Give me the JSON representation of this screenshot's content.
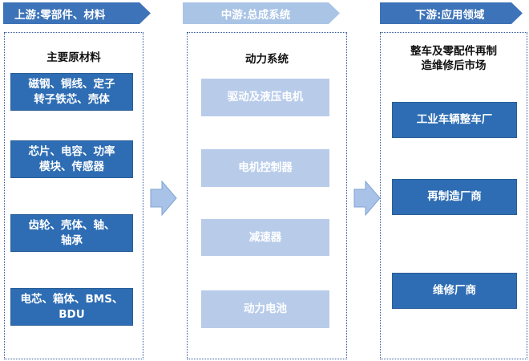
{
  "headers": {
    "upstream": "上游:零部件、材料",
    "midstream": "中游:总成系统",
    "downstream": "下游:应用领域"
  },
  "upstream": {
    "title": "主要原材料",
    "items": [
      [
        "磁钢、铜线、定子",
        "转子铁芯、壳体"
      ],
      [
        "芯片、电容、功率",
        "模块、传感器"
      ],
      [
        "齿轮、壳体、轴、",
        "轴承"
      ],
      [
        "电芯、箱体、BMS、",
        "BDU"
      ]
    ]
  },
  "midstream": {
    "title": "动力系统",
    "items": [
      "驱动及液压电机",
      "电机控制器",
      "减速器",
      "动力电池"
    ]
  },
  "downstream": {
    "title": [
      "整车及零配件再制",
      "造维修后市场"
    ],
    "items": [
      "工业车辆整车厂",
      "再制造厂商",
      "维修厂商"
    ]
  },
  "colors": {
    "header_dark": "#3d73b8",
    "header_light": "#aac4e6",
    "box_dark": "#2e6db3",
    "box_light": "#b8ccea",
    "arrow": "#a9c3e8",
    "border": "#34569a"
  },
  "icons": [
    "right-arrow-icon",
    "right-arrow-icon"
  ]
}
